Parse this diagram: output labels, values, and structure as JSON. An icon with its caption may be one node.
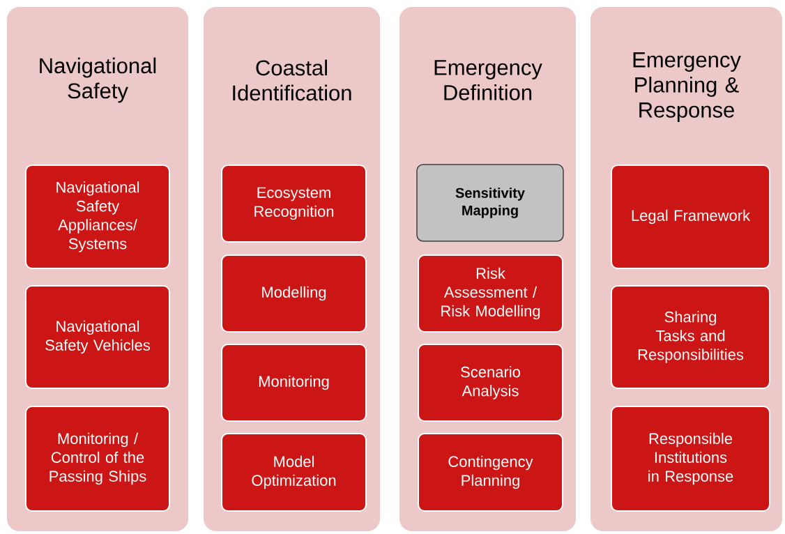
{
  "diagram": {
    "nodes": [
      {
        "text": [
          "Navigational Safety"
        ]
      },
      {
        "text": [
          "Navigational Safety Appliances/ Systems"
        ],
        "in": 0
      },
      {
        "text": [
          "Navigational Safety Vehicles"
        ],
        "in": 0
      },
      {
        "text": [
          "Monitoring / Control of the Passing Ships"
        ],
        "in": 0
      },
      {
        "text": [
          "Coastal Identification"
        ]
      },
      {
        "text": [
          "Ecosystem Recognition"
        ],
        "in": 4
      },
      {
        "text": [
          "Modelling"
        ],
        "in": 4
      },
      {
        "text": [
          "Monitoring"
        ],
        "in": 4
      },
      {
        "text": [
          "Model Optimization"
        ],
        "in": 4
      },
      {
        "text": [
          "Emergency Definition"
        ]
      },
      {
        "text": [
          "Sensitivity Mapping"
        ],
        "in": 9
      },
      {
        "text": [
          "Risk Assessment / Risk Modelling"
        ],
        "in": 9
      },
      {
        "text": [
          "Scenario Analysis"
        ],
        "in": 9
      },
      {
        "text": [
          "Contingency Planning"
        ],
        "in": 9
      },
      {
        "text": [
          "Emergency Planning & Response"
        ]
      },
      {
        "text": [
          "Legal Framework"
        ],
        "in": 14
      },
      {
        "text": [
          "Sharing Tasks and Responsibilities"
        ],
        "in": 14
      },
      {
        "text": [
          "Responsible Institutions in Response"
        ],
        "in": 14
      }
    ]
  }
}
